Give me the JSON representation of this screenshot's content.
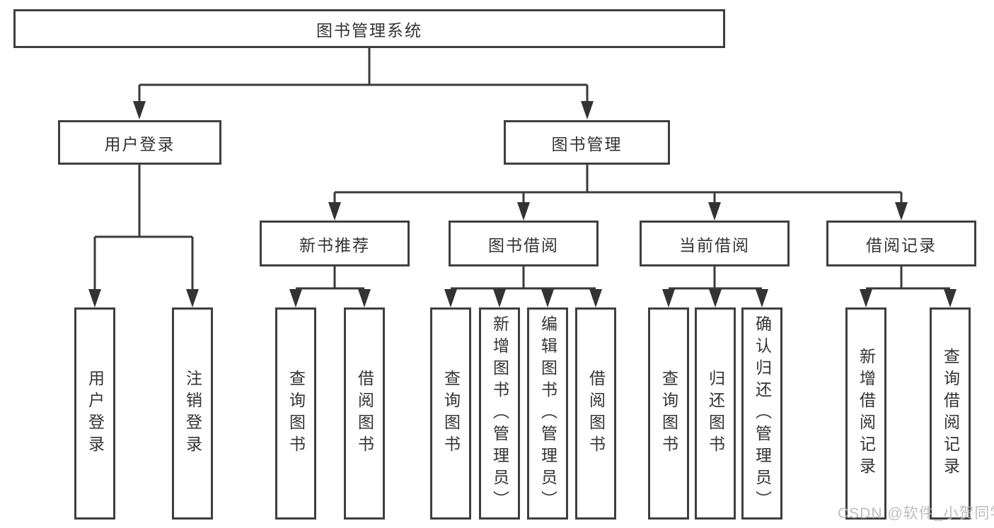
{
  "tree": {
    "label": "图书管理系统",
    "children": [
      {
        "label": "用户登录",
        "children": [
          {
            "label": "用户登录"
          },
          {
            "label": "注销登录"
          }
        ]
      },
      {
        "label": "图书管理",
        "children": [
          {
            "label": "新书推荐",
            "children": [
              {
                "label": "查询图书"
              },
              {
                "label": "借阅图书"
              }
            ]
          },
          {
            "label": "图书借阅",
            "children": [
              {
                "label": "查询图书"
              },
              {
                "label": "新增图书（管理员）"
              },
              {
                "label": "编辑图书（管理员）"
              },
              {
                "label": "借阅图书"
              }
            ]
          },
          {
            "label": "当前借阅",
            "children": [
              {
                "label": "查询图书"
              },
              {
                "label": "归还图书"
              },
              {
                "label": "确认归还（管理员）"
              }
            ]
          },
          {
            "label": "借阅记录",
            "children": [
              {
                "label": "新增借阅记录"
              },
              {
                "label": "查询借阅记录"
              }
            ]
          }
        ]
      }
    ]
  },
  "watermark": {
    "text": "CSDN @软件_小贺同学"
  },
  "colors": {
    "line": "#3a3a3a",
    "border": "#3f3f3f",
    "text": "#333333",
    "background": "#ffffff",
    "watermark": "#b9b9b9"
  }
}
